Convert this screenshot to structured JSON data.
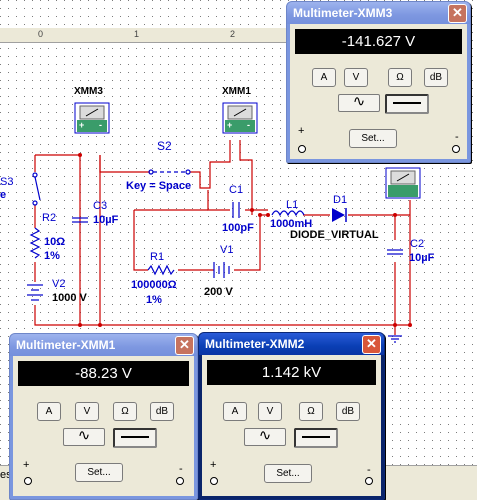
{
  "ruler": {
    "marks": [
      "0",
      "1",
      "2"
    ]
  },
  "status": {
    "text": "es"
  },
  "circuit": {
    "labels": {
      "xmm3": "XMM3",
      "xmm1": "XMM1",
      "s2": "S2",
      "key_space": "Key = Space",
      "s3": "S3",
      "e": "e",
      "r2": "R2",
      "r2_value": "10Ω",
      "r2_tol": "1%",
      "c3": "C3",
      "c3_value": "10µF",
      "c1": "C1",
      "c1_value": "100pF",
      "l1": "L1",
      "l1_value": "1000mH",
      "d1": "D1",
      "d1_model": "DIODE_VIRTUAL",
      "r1": "R1",
      "r1_value": "100000Ω",
      "r1_tol": "1%",
      "v1": "V1",
      "v1_value": "200 V",
      "v2": "V2",
      "v2_value": "1000 V",
      "c2": "C2",
      "c2_value": "10µF"
    },
    "meter_plus": "+",
    "meter_minus": "-"
  },
  "multimeters": {
    "xmm3": {
      "title": "Multimeter-XMM3",
      "reading": "-141.627 V",
      "set": "Set...",
      "plus": "+",
      "minus": "-"
    },
    "xmm1": {
      "title": "Multimeter-XMM1",
      "reading": "-88.23 V",
      "set": "Set...",
      "plus": "+",
      "minus": "-"
    },
    "xmm2": {
      "title": "Multimeter-XMM2",
      "reading": "1.142 kV",
      "set": "Set...",
      "plus": "+",
      "minus": "-"
    }
  },
  "mode_buttons": [
    "A",
    "V",
    "Ω",
    "dB"
  ],
  "close_glyph": "✕",
  "colors": {
    "wire": "#cc0000",
    "title_active": "#0a3fb4",
    "title_inactive": "#7d97e0",
    "display_bg": "#000000"
  }
}
